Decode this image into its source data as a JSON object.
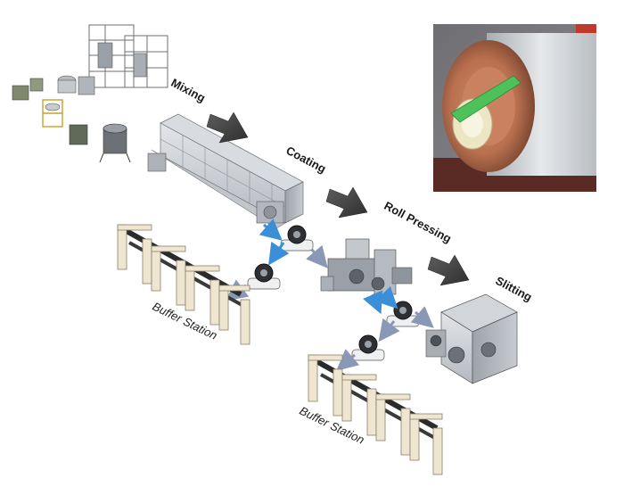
{
  "labels": {
    "mixing": "Mixing",
    "coating": "Coating",
    "roll_pressing": "Roll Pressing",
    "slitting": "Slitting",
    "buffer_station_left": "Buffer Station",
    "buffer_station_bottom": "Buffer Station"
  },
  "colors": {
    "flow_arrow_dark": "#4a4a4a",
    "agv_arrow_blue": "#3a8fd8",
    "agv_arrow_gray": "#8a98b8",
    "machine_gray": "#c9ccd0",
    "photo_copper": "#b8704f",
    "photo_green": "#4ec25a",
    "photo_red": "#c0392b"
  },
  "icons": {
    "stage_arrow": "arrow-down-right",
    "agv": "agv-reel-carrier-icon",
    "rack": "buffer-rack-icon"
  }
}
